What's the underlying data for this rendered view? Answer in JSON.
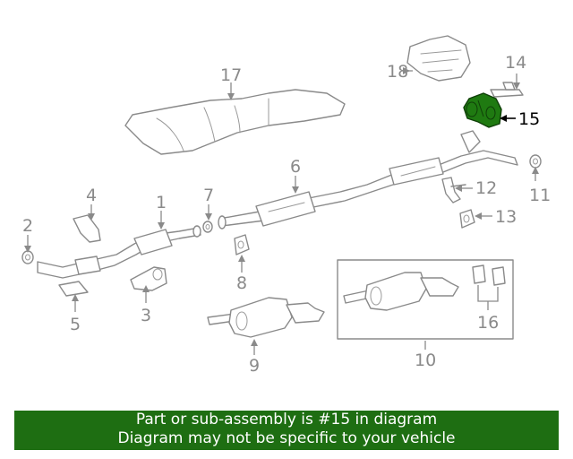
{
  "diagram": {
    "callouts": {
      "c1": "1",
      "c2": "2",
      "c3": "3",
      "c4": "4",
      "c5": "5",
      "c6": "6",
      "c7": "7",
      "c8": "8",
      "c9": "9",
      "c10": "10",
      "c11": "11",
      "c12": "12",
      "c13": "13",
      "c14": "14",
      "c15": "15",
      "c16": "16",
      "c17": "17",
      "c18": "18"
    },
    "highlighted_part": "15",
    "highlight_color": "#1f7a11"
  },
  "banner": {
    "line1": "Part or sub-assembly is #15 in diagram",
    "line2": "Diagram may not be specific to your vehicle",
    "background": "#1e6e12",
    "text_color": "#ffffff"
  }
}
